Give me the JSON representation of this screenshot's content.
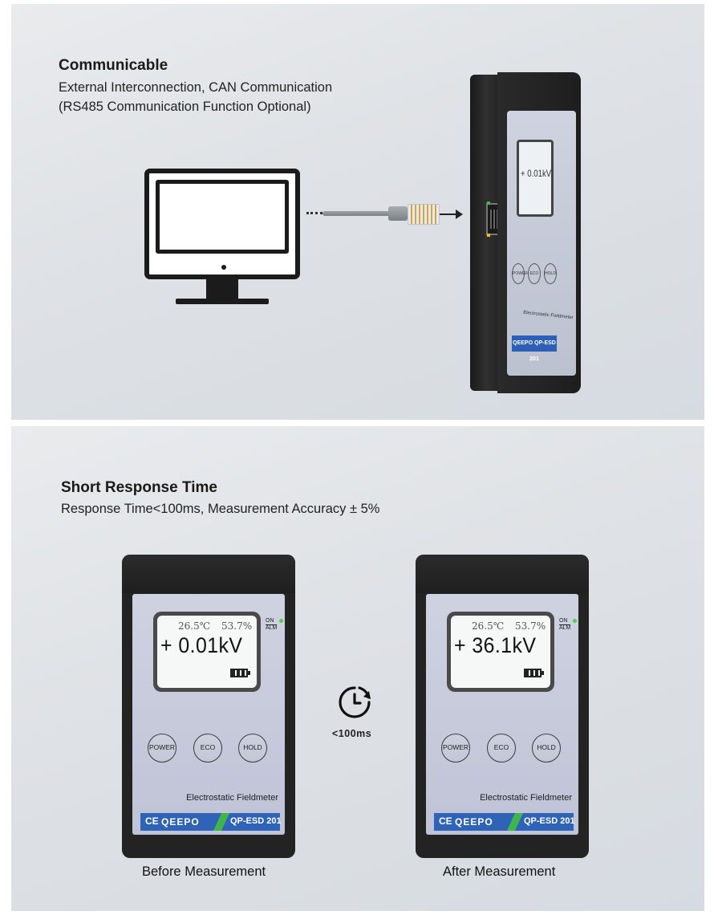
{
  "section1": {
    "title": "Communicable",
    "line1": "External Interconnection, CAN Communication",
    "line2": " (RS485 Communication Function Optional)",
    "device": {
      "reading": "+ 0.01kV",
      "buttons": [
        "POWER",
        "ECO",
        "HOLD"
      ],
      "model_label": "Electrostatic Fieldmeter",
      "brand": "QEEPO",
      "model": "QP-ESD 201"
    }
  },
  "section2": {
    "title": "Short Response Time",
    "line1": "Response Time<100ms, Measurement Accuracy ± 5%",
    "response_label": "<100ms",
    "meters": [
      {
        "temp": "26.5℃",
        "humidity": "53.7%",
        "reading": "+ 0.01kV",
        "caption": "Before Measurement"
      },
      {
        "temp": "26.5℃",
        "humidity": "53.7%",
        "reading": "+ 36.1kV",
        "caption": "After Measurement"
      }
    ],
    "alarm_on": "ON",
    "alarm_alm": "ALM",
    "buttons": [
      "POWER",
      "ECO",
      "HOLD"
    ],
    "model_label": "Electrostatic Fieldmeter",
    "ce_mark": "CE",
    "brand": "QEEPO",
    "model": "QP-ESD 201"
  }
}
